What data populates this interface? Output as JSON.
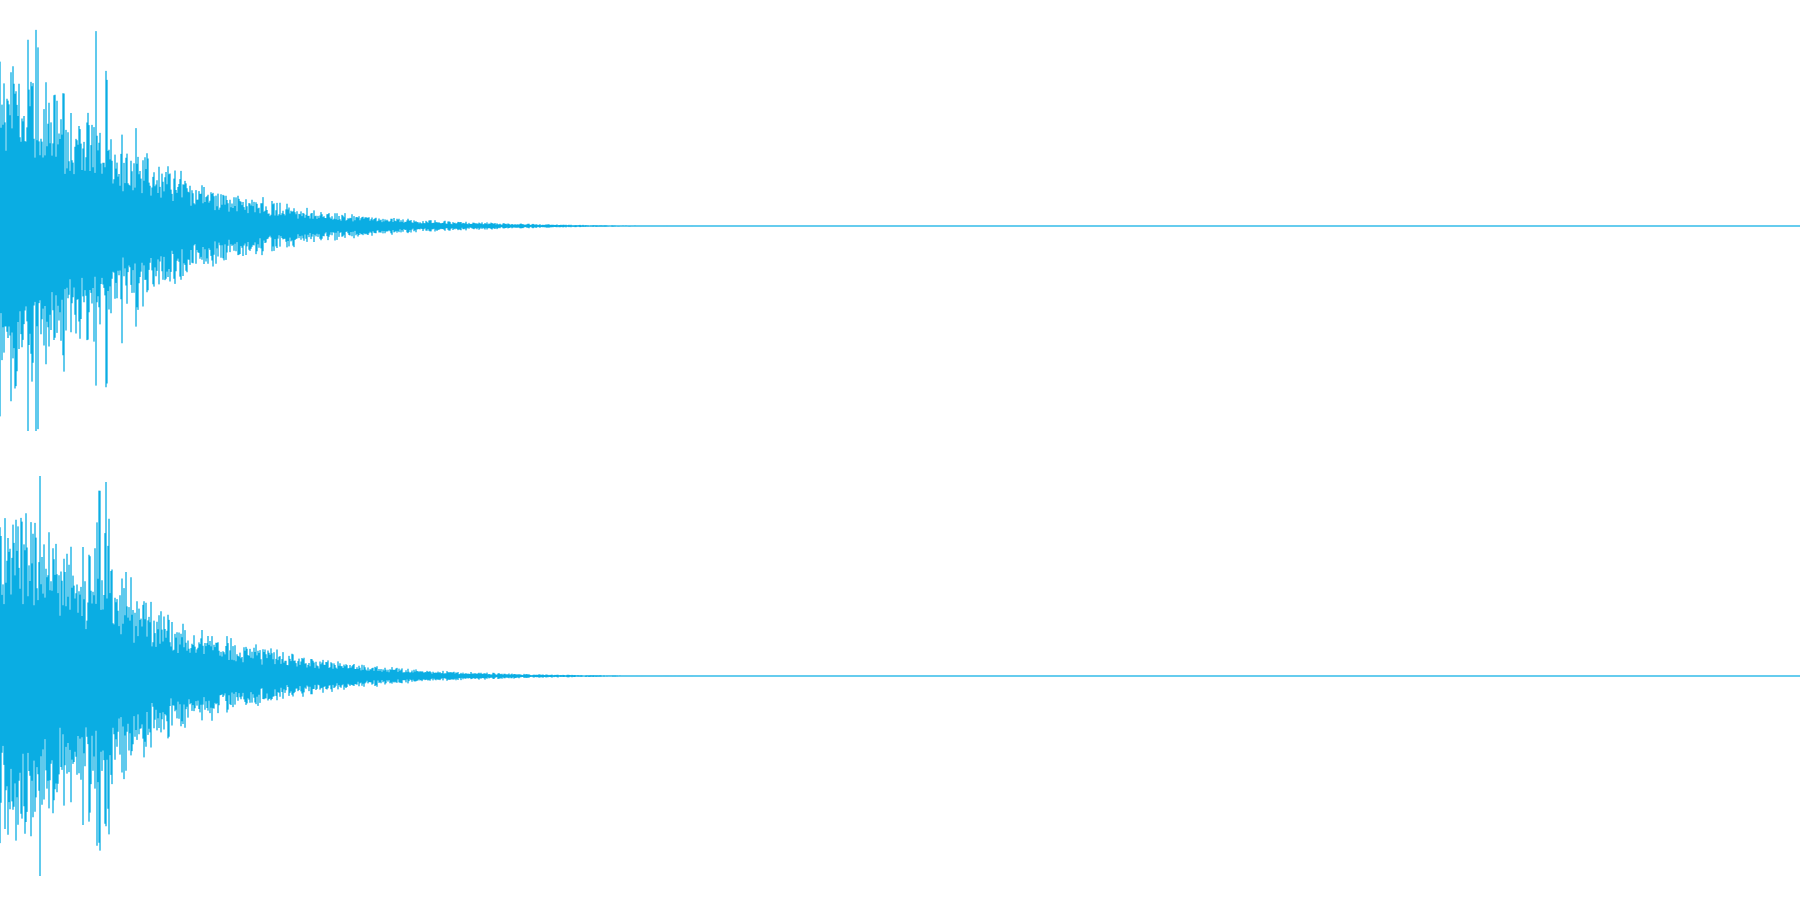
{
  "waveform": {
    "color": "#0aade3",
    "channels": [
      {
        "name": "",
        "peak_amplitude": 0.98,
        "attack_spikes": [
          0.72,
          0.55,
          0.98,
          0.6,
          0.7,
          0.75,
          0.62,
          0.85,
          0.58,
          0.45,
          0.4
        ],
        "decay_envelope": [
          0.9,
          0.7,
          0.48,
          0.33,
          0.23,
          0.16,
          0.11,
          0.07,
          0.045,
          0.03,
          0.02,
          0.012,
          0.007,
          0.004,
          0.002,
          0.0
        ]
      },
      {
        "name": "",
        "peak_amplitude": 0.98,
        "attack_spikes": [
          0.45,
          0.55,
          0.98,
          0.58,
          0.66,
          0.5,
          0.72,
          0.85,
          0.62,
          0.48,
          0.4
        ],
        "decay_envelope": [
          0.9,
          0.72,
          0.52,
          0.36,
          0.26,
          0.18,
          0.12,
          0.08,
          0.05,
          0.03,
          0.02,
          0.012,
          0.007,
          0.004,
          0.002,
          0.0
        ]
      }
    ]
  }
}
